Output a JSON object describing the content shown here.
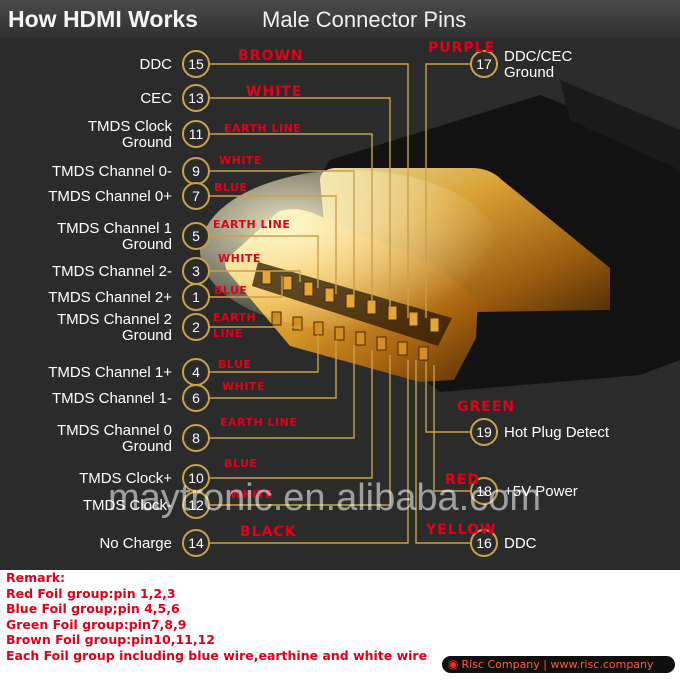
{
  "header": {
    "bold": "How HDMI Works",
    "light": "Male Connector Pins"
  },
  "pins_left": [
    {
      "num": "15",
      "lines": [
        "DDC"
      ]
    },
    {
      "num": "13",
      "lines": [
        "CEC"
      ]
    },
    {
      "num": "11",
      "lines": [
        "TMDS Clock",
        "Ground"
      ]
    },
    {
      "num": "9",
      "lines": [
        "TMDS Channel 0-"
      ]
    },
    {
      "num": "7",
      "lines": [
        "TMDS Channel 0+"
      ]
    },
    {
      "num": "5",
      "lines": [
        "TMDS Channel 1",
        "Ground"
      ]
    },
    {
      "num": "3",
      "lines": [
        "TMDS Channel 2-"
      ]
    },
    {
      "num": "1",
      "lines": [
        "TMDS Channel 2+"
      ]
    },
    {
      "num": "2",
      "lines": [
        "TMDS Channel 2",
        "Ground"
      ]
    },
    {
      "num": "4",
      "lines": [
        "TMDS Channel 1+"
      ]
    },
    {
      "num": "6",
      "lines": [
        "TMDS Channel 1-"
      ]
    },
    {
      "num": "8",
      "lines": [
        "TMDS Channel 0",
        "Ground"
      ]
    },
    {
      "num": "10",
      "lines": [
        "TMDS Clock+"
      ]
    },
    {
      "num": "12",
      "lines": [
        "TMDS Clock-"
      ]
    },
    {
      "num": "14",
      "lines": [
        "No Charge"
      ]
    }
  ],
  "pins_right": [
    {
      "num": "17",
      "lines": [
        "DDC/CEC",
        "Ground"
      ]
    },
    {
      "num": "19",
      "lines": [
        "Hot Plug Detect"
      ]
    },
    {
      "num": "18",
      "lines": [
        "+5V Power"
      ]
    },
    {
      "num": "16",
      "lines": [
        "DDC"
      ]
    }
  ],
  "wire_labels": [
    "BROWN",
    "WHITE",
    "EARTH LINE",
    "WHITE",
    "BLUE",
    "EARTH LINE",
    "WHITE",
    "BLUE",
    "EARTH",
    "LINE",
    "BLUE",
    "WHITE",
    "EARTH LINE",
    "BLUE",
    "WHITE",
    "BLACK",
    "PURPLE",
    "GREEN",
    "RED",
    "YELLOW"
  ],
  "watermark": "maytronic.en.alibaba.com",
  "remarks": [
    "Remark:",
    "Red Foil group:pin 1,2,3",
    "Blue Foil group;pin 4,5,6",
    "Green Foil group:pin7,8,9",
    "Brown Foil group:pin10,11,12",
    "Each Foil group including blue wire,earthine and white wire"
  ],
  "badge": "Risc Company | www.risc.company",
  "colors": {
    "background": "#2b2b2b",
    "circle": "#c9a14b",
    "wire": "#c9a14b",
    "label": "#e2001a",
    "text": "#ffffff",
    "header": "#f2f2f2"
  }
}
